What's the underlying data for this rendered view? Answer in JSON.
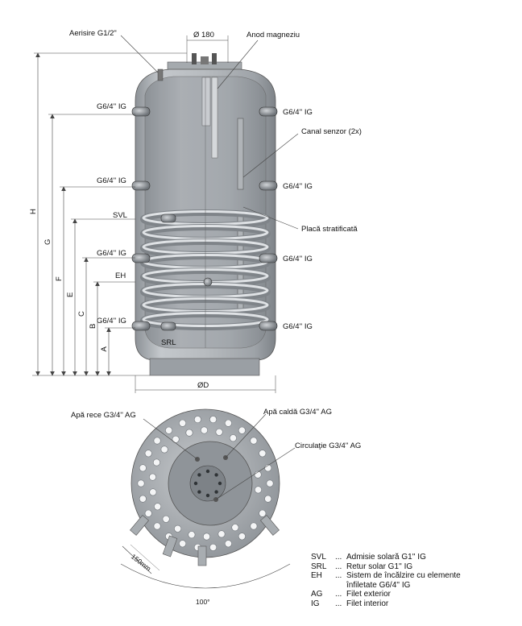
{
  "top_view": {
    "aerisire": "Aerisire G1/2\"",
    "diameter_top": "Ø 180",
    "anod": "Anod magneziu",
    "canal": "Canal senzor (2x)",
    "placa": "Placă stratificată",
    "ports_left": [
      "G6/4'' IG",
      "G6/4'' IG",
      "G6/4'' IG",
      "G6/4'' IG"
    ],
    "ports_right": [
      "G6/4'' IG",
      "G6/4'' IG",
      "G6/4'' IG",
      "G6/4'' IG"
    ],
    "svl": "SVL",
    "eh": "EH",
    "srl": "SRL",
    "diameter_bottom": "ØD",
    "dims": [
      "H",
      "G",
      "F",
      "E",
      "C",
      "B",
      "A"
    ]
  },
  "bottom_view": {
    "apa_rece": "Apă rece G3/4'' AG",
    "apa_calda": "Apă caldă G3/4'' AG",
    "circulatie": "Circulaţie G3/4'' AG",
    "dim_150": "150mm",
    "angle": "100°"
  },
  "legend": [
    {
      "key": "SVL",
      "text": "Admisie solară G1'' IG"
    },
    {
      "key": "SRL",
      "text": "Retur solar G1'' IG"
    },
    {
      "key": "EH",
      "text": "Sistem de încălzire cu elemente",
      "cont": "înfiletate G6/4'' IG"
    },
    {
      "key": "AG",
      "text": "Filet exterior"
    },
    {
      "key": "IG",
      "text": "Filet interior"
    }
  ],
  "colors": {
    "shell": "#b4b8bc",
    "inner": "#9ea3a8",
    "coil": "#c9ccd0",
    "line": "#333333"
  }
}
